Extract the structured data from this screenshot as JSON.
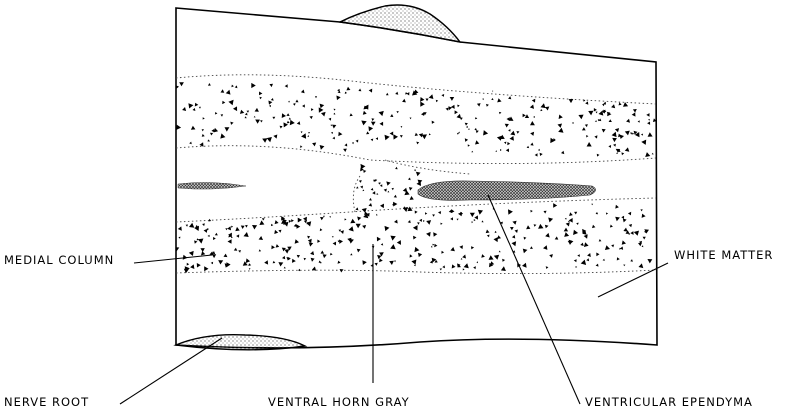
{
  "labels": {
    "medial_column": "MEDIAL COLUMN",
    "white_matter": "WHITE MATTER",
    "nerve_root": "NERVE ROOT",
    "ventral_horn_gray": "VENTRAL HORN GRAY",
    "ventricular_ependyma": "VENTRICULAR EPENDYMA"
  },
  "colors": {
    "ink": "#000000",
    "paper": "#ffffff",
    "stipple": "#555555"
  }
}
